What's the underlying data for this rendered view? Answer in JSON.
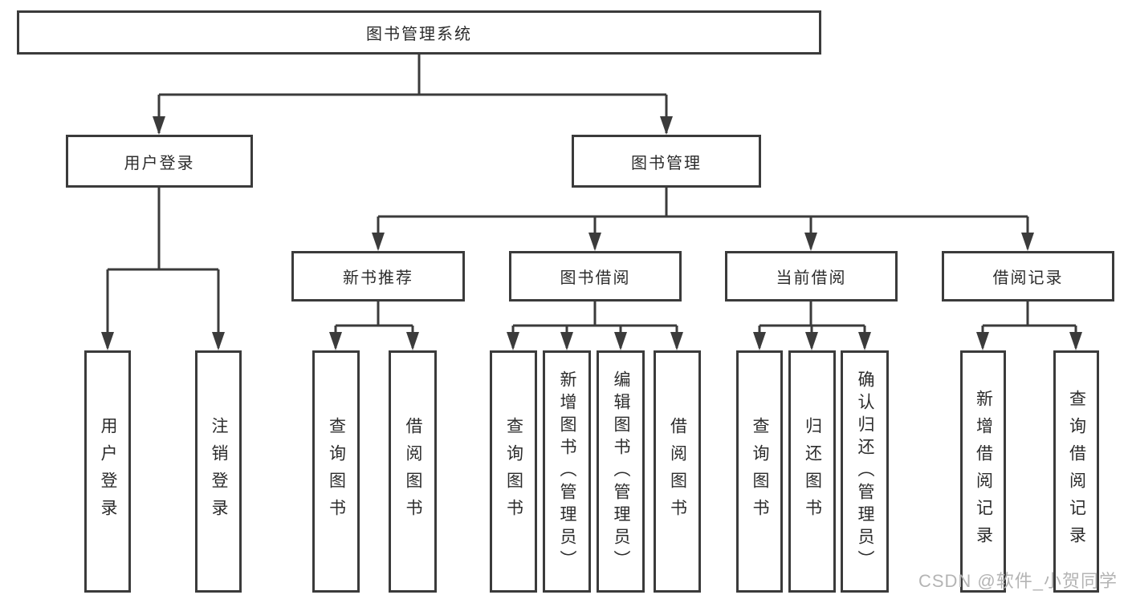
{
  "diagram_type": "hierarchy-tree",
  "colors": {
    "line": "#3b3b3b",
    "box_border": "#3b3b3b",
    "box_fill": "#ffffff",
    "text": "#2c2c2c",
    "background": "#ffffff",
    "watermark": "#b4b4b4"
  },
  "tree": {
    "root": {
      "label": "图书管理系统",
      "children": [
        {
          "label": "用户登录",
          "children": [
            {
              "label": "用户登录"
            },
            {
              "label": "注销登录"
            }
          ]
        },
        {
          "label": "图书管理",
          "children": [
            {
              "label": "新书推荐",
              "children": [
                {
                  "label": "查询图书"
                },
                {
                  "label": "借阅图书"
                }
              ]
            },
            {
              "label": "图书借阅",
              "children": [
                {
                  "label": "查询图书"
                },
                {
                  "label": "新增图书（管理员）"
                },
                {
                  "label": "编辑图书（管理员）"
                },
                {
                  "label": "借阅图书"
                }
              ]
            },
            {
              "label": "当前借阅",
              "children": [
                {
                  "label": "查询图书"
                },
                {
                  "label": "归还图书"
                },
                {
                  "label": "确认归还（管理员）"
                }
              ]
            },
            {
              "label": "借阅记录",
              "children": [
                {
                  "label": "新增借阅记录"
                },
                {
                  "label": "查询借阅记录"
                }
              ]
            }
          ]
        }
      ]
    }
  },
  "watermark": {
    "text": "CSDN @软件_小贺同学"
  }
}
